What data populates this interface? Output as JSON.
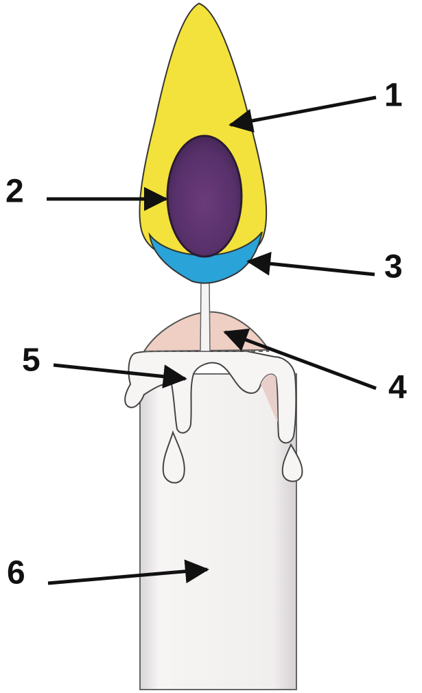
{
  "diagram": {
    "labels": [
      {
        "number": "1",
        "part": "yellow-outer-flame"
      },
      {
        "number": "2",
        "part": "purple-inner-flame"
      },
      {
        "number": "3",
        "part": "blue-flame-base"
      },
      {
        "number": "4",
        "part": "melted-wax-pool"
      },
      {
        "number": "5",
        "part": "wax-drips"
      },
      {
        "number": "6",
        "part": "candle-body"
      }
    ],
    "colors": {
      "outer_flame": "#f3e23b",
      "inner_flame": "#5a2f68",
      "flame_base": "#2aa3d8",
      "wax_pool": "#efcfc4",
      "candle": "#f4f1f1",
      "outline": "#333333",
      "arrow": "#111111"
    }
  }
}
